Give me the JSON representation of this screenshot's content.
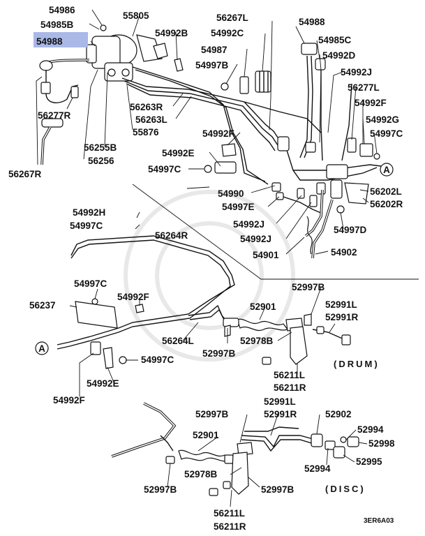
{
  "labels": {
    "l54986": "54986",
    "l54985B": "54985B",
    "l54988a": "54988",
    "l55805": "55805",
    "l54992B": "54992B",
    "l56267L": "56267L",
    "l54992C": "54992C",
    "l54988b": "54988",
    "l54985C": "54985C",
    "l54987": "54987",
    "l54992D": "54992D",
    "l54997B": "54997B",
    "l54992J_a": "54992J",
    "l56277L": "56277L",
    "l54992F_a": "54992F",
    "l54992G": "54992G",
    "l54997C_a": "54997C",
    "l56277R": "56277R",
    "l56263R": "56263R",
    "l56263L": "56263L",
    "l55876": "55876",
    "l54992F_b": "54992F",
    "l56255B": "56255B",
    "l56256": "56256",
    "l54992E_a": "54992E",
    "l54997C_b": "54997C",
    "l56267R": "56267R",
    "l54990": "54990",
    "l54997E": "54997E",
    "l56202L": "56202L",
    "l56202R": "56202R",
    "l54992H": "54992H",
    "l54997C_c": "54997C",
    "l54992J_b": "54992J",
    "l54997D": "54997D",
    "l56264R": "56264R",
    "l54992J_c": "54992J",
    "l54901": "54901",
    "l54902": "54902",
    "l52997B_a": "52997B",
    "l54997C_d": "54997C",
    "l54992F_c": "54992F",
    "l56237": "56237",
    "l52901_a": "52901",
    "l52991L_a": "52991L",
    "l52991R_a": "52991R",
    "l56264L": "56264L",
    "l52978B_a": "52978B",
    "l52997B_b": "52997B",
    "l54997C_e": "54997C",
    "l56211L_a": "56211L",
    "l56211R_a": "56211R",
    "l54992E_b": "54992E",
    "l54992F_d": "54992F",
    "l52997B_c": "52997B",
    "l52991L_b": "52991L",
    "l52991R_b": "52991R",
    "l52902": "52902",
    "l52994_a": "52994",
    "l52901_b": "52901",
    "l52998": "52998",
    "l52994_b": "52994",
    "l52995": "52995",
    "l52978B_b": "52978B",
    "l52997B_d": "52997B",
    "l52997B_e": "52997B",
    "l56211L_b": "56211L",
    "l56211R_b": "56211R"
  },
  "callouts": {
    "a_upper": "A",
    "a_lower": "A"
  },
  "captions": {
    "drum": "(DRUM)",
    "disc": "(DISC)"
  },
  "diagram_code": "3ER6A03",
  "highlight_color": "#a9b8e6"
}
